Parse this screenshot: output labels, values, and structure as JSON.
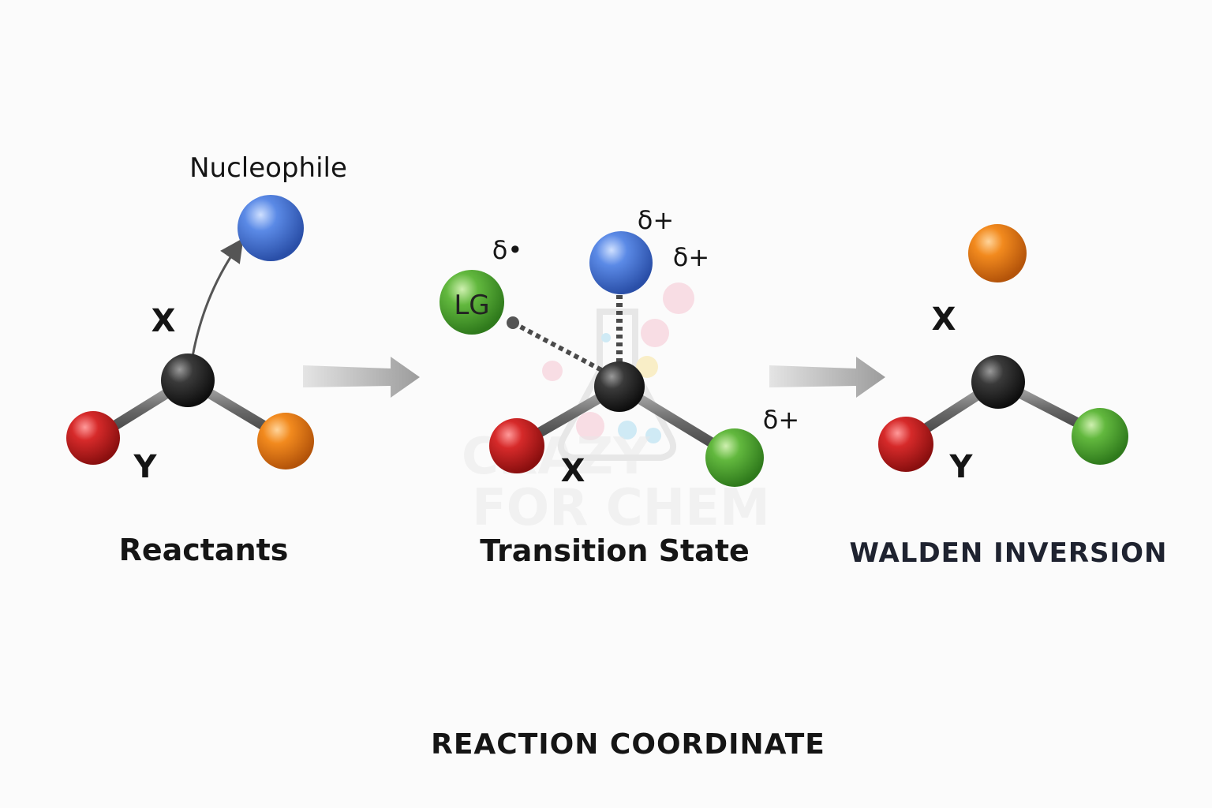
{
  "reactants": {
    "nucleophile_label": "Nucleophile",
    "top_atom_label": "X",
    "bottom_atom_label": "Y",
    "stage_label": "Reactants"
  },
  "transition_state": {
    "leaving_group_label": "LG",
    "delta_lg": "δ•",
    "delta_nucleophile": "δ+",
    "delta_upper_right": "δ+",
    "delta_green": "δ+",
    "atom_label": "X",
    "stage_label": "Transition State"
  },
  "product": {
    "top_atom_label": "X",
    "bottom_atom_label": "Y",
    "stage_label": "WALDEN INVERSION"
  },
  "footer": {
    "axis_label": "REACTION COORDINATE"
  },
  "watermark": {
    "line1": "CRAZY",
    "line2": "FOR CHEM"
  },
  "colors": {
    "carbon": "#1c1c1c",
    "red_atom": "#c81e1e",
    "orange_atom": "#ee7d10",
    "blue_atom": "#3d6fd6",
    "green_atom": "#4fa832",
    "bond": "#6e6e6e",
    "arrow": "#a8a8a8"
  }
}
